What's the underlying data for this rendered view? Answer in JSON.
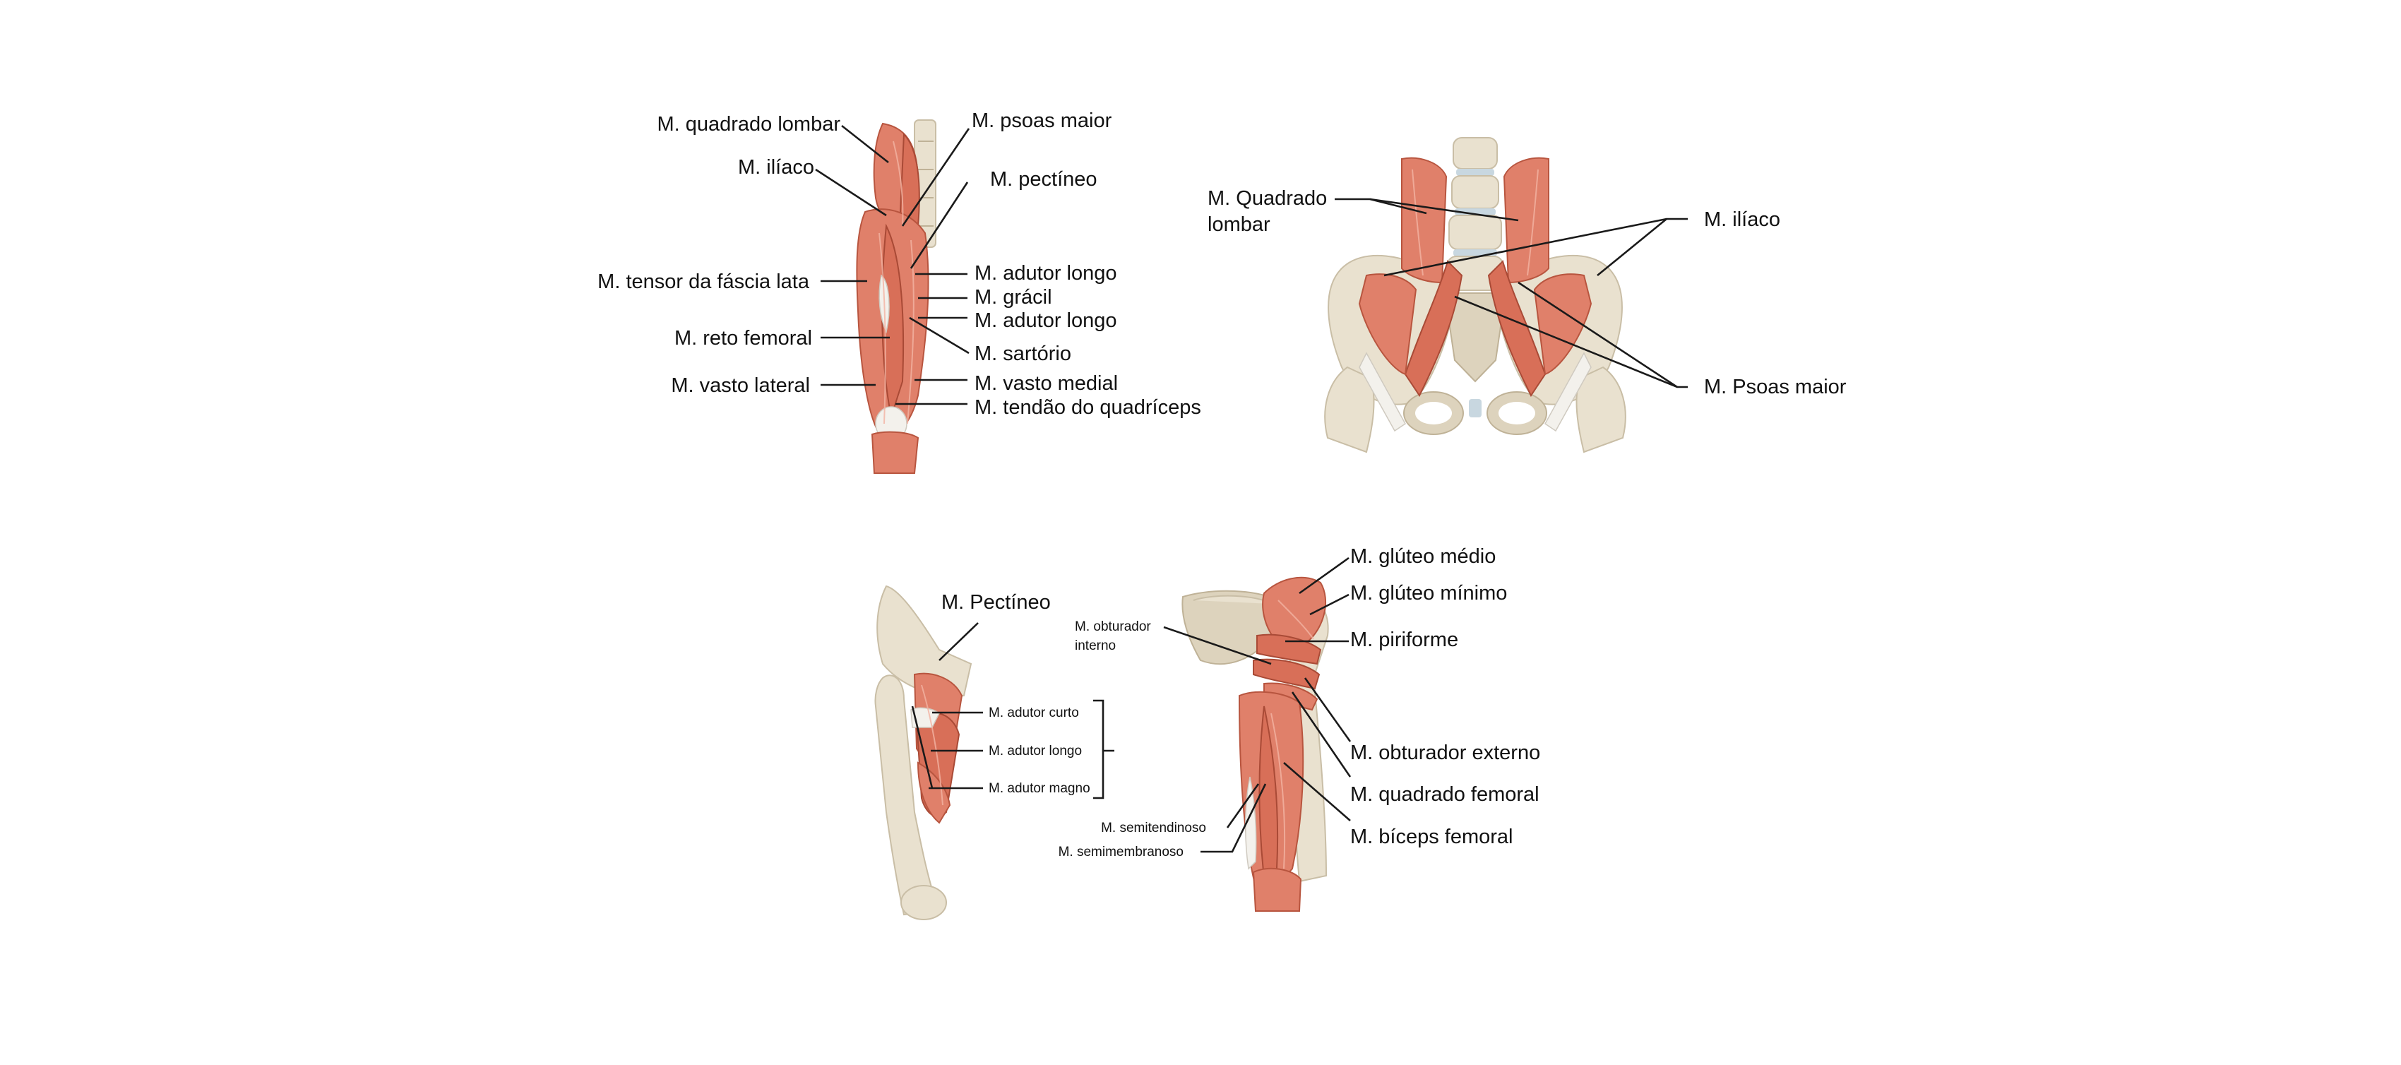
{
  "panels": [
    {
      "id": "thigh_anterior",
      "labels": [
        "M. quadrado lombar",
        "M. psoas maior",
        "M. ilíaco",
        "M. pectíneo",
        "M. tensor da fáscia lata",
        "M. adutor longo",
        "M. grácil",
        "M. adutor longo",
        "M. reto femoral",
        "M. sartório",
        "M. vasto lateral",
        "M. vasto medial",
        "M. tendão do quadríceps"
      ]
    },
    {
      "id": "pelvis_anterior",
      "labels": {
        "quadrado_line1": "M. Quadrado",
        "quadrado_line2": "lombar",
        "iliaco": "M. ilíaco",
        "psoas": "M. Psoas maior"
      }
    },
    {
      "id": "femur_adductors",
      "labels": {
        "pectineo": "M. Pectíneo",
        "adutor_curto": "M. adutor curto",
        "adutor_longo": "M. adutor longo",
        "adutor_magno": "M. adutor magno"
      }
    },
    {
      "id": "hip_posterior",
      "labels": {
        "gluteo_medio": "M. glúteo médio",
        "gluteo_minimo": "M. glúteo mínimo",
        "obturador_interno_line1": "M. obturador",
        "obturador_interno_line2": "interno",
        "piriforme": "M. piriforme",
        "obturador_externo": "M. obturador externo",
        "quadrado_femoral": "M. quadrado femoral",
        "biceps_femoral": "M. bíceps femoral",
        "semitendinoso": "M. semitendinoso",
        "semimembranoso": "M. semimembranoso"
      }
    }
  ]
}
